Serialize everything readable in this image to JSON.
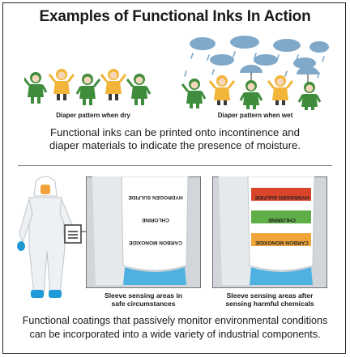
{
  "title": "Examples of Functional Inks In Action",
  "top": {
    "dry_caption": "Diaper pattern when dry",
    "wet_caption": "Diaper pattern when wet",
    "description_line1": "Functional inks can be printed onto incontinence and",
    "description_line2": "diaper materials to indicate the presence of moisture."
  },
  "bottom": {
    "safe_caption_line1": "Sleeve sensing areas in",
    "safe_caption_line2": "safe circumstances",
    "harm_caption_line1": "Sleeve sensing areas after",
    "harm_caption_line2": "sensing harmful chemicals",
    "sensor_labels": [
      "HYDROGEN SULFIDE",
      "CHLORINE",
      "CARBON MONOXIDE"
    ],
    "description_line1": "Functional coatings that passively monitor environmental conditions",
    "description_line2": "can be incorporated into a wide variety of industrial components."
  },
  "colors": {
    "sensor_red": "#d9442b",
    "sensor_green": "#5fae47",
    "sensor_orange": "#f0a53a",
    "cloud_blue": "#7fa8c9",
    "kid_green": "#3f8d3c",
    "kid_yellow": "#f2b53a",
    "glove_blue": "#1e9bd7"
  }
}
